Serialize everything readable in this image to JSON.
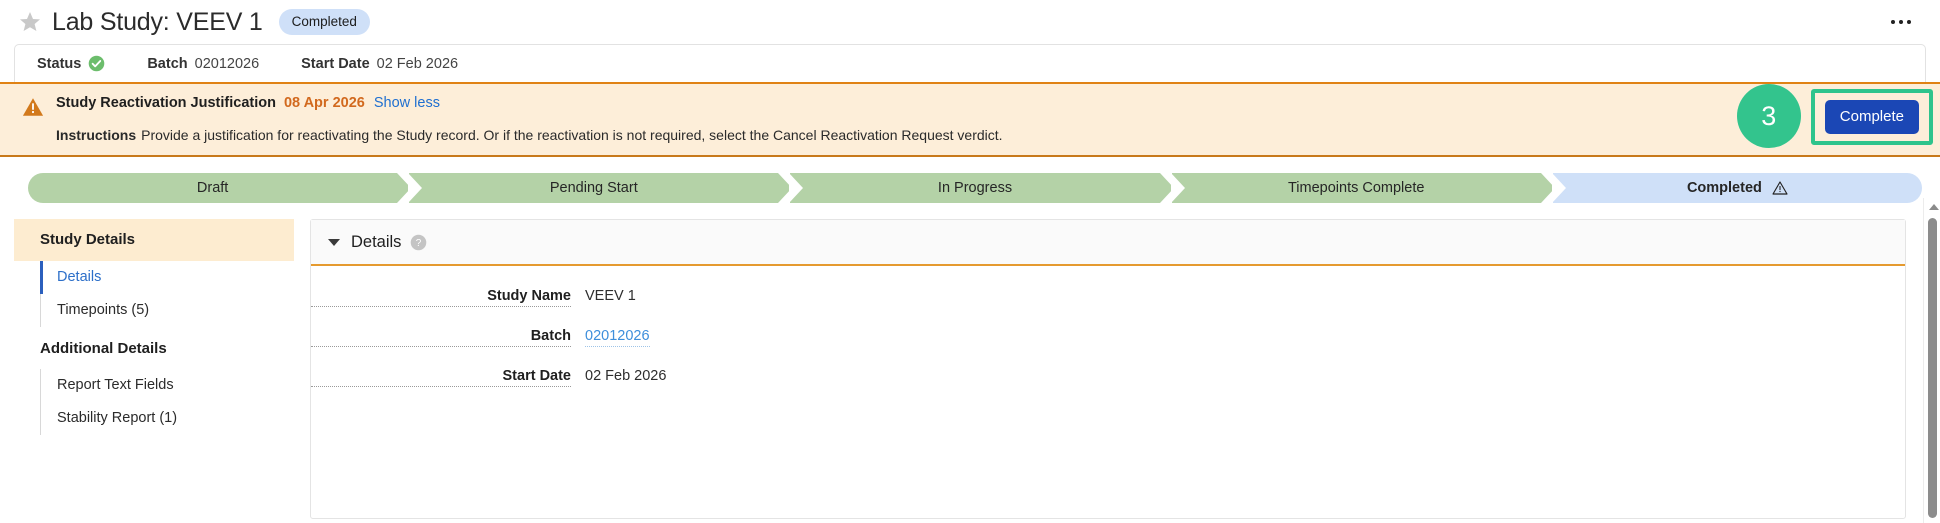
{
  "header": {
    "title": "Lab Study: VEEV 1",
    "state_pill": "Completed",
    "star_icon": "star-icon",
    "kebab_icon": "more-options-icon"
  },
  "summary": [
    {
      "label": "Status",
      "value": "",
      "icon": "check-circle-icon"
    },
    {
      "label": "Batch",
      "value": "02012026"
    },
    {
      "label": "Start Date",
      "value": "02 Feb 2026"
    }
  ],
  "alert": {
    "icon": "warning-triangle-icon",
    "title": "Study Reactivation Justification",
    "date": "08 Apr 2026",
    "toggle": "Show less",
    "instructions_label": "Instructions",
    "instructions_text": "Provide a justification for reactivating the Study record. Or if the reactivation is not required, select the Cancel Reactivation Request verdict.",
    "action_button": "Complete",
    "callout_number": "3",
    "accent_color": "#e08214",
    "background_color": "#fdeed9",
    "highlight_color": "#2ec48c",
    "button_color": "#1b47b5"
  },
  "lifecycle": {
    "steps": [
      {
        "label": "Draft",
        "state": "done"
      },
      {
        "label": "Pending Start",
        "state": "done"
      },
      {
        "label": "In Progress",
        "state": "done"
      },
      {
        "label": "Timepoints Complete",
        "state": "done"
      },
      {
        "label": "Completed",
        "state": "current",
        "warn_icon": "warning-triangle-outline-icon"
      }
    ],
    "done_color": "#b4d2a7",
    "current_color": "#cfe0f8"
  },
  "sidebar": {
    "sections": [
      {
        "title": "Study Details",
        "highlighted": true,
        "links": [
          {
            "label": "Details",
            "active": true
          },
          {
            "label": "Timepoints (5)",
            "active": false
          }
        ]
      },
      {
        "title": "Additional Details",
        "highlighted": false,
        "links": [
          {
            "label": "Report Text Fields",
            "active": false
          },
          {
            "label": "Stability Report (1)",
            "active": false
          }
        ]
      }
    ]
  },
  "details_panel": {
    "title": "Details",
    "help_icon": "help-circle-icon",
    "caret_icon": "chevron-down-icon",
    "fields": [
      {
        "label": "Study Name",
        "value": "VEEV 1",
        "is_link": false
      },
      {
        "label": "Batch",
        "value": "02012026",
        "is_link": true
      },
      {
        "label": "Start Date",
        "value": "02 Feb 2026",
        "is_link": false
      }
    ]
  },
  "scrollbar": {
    "up_arrow_icon": "scroll-up-arrow-icon",
    "thumb": "scroll-thumb"
  }
}
